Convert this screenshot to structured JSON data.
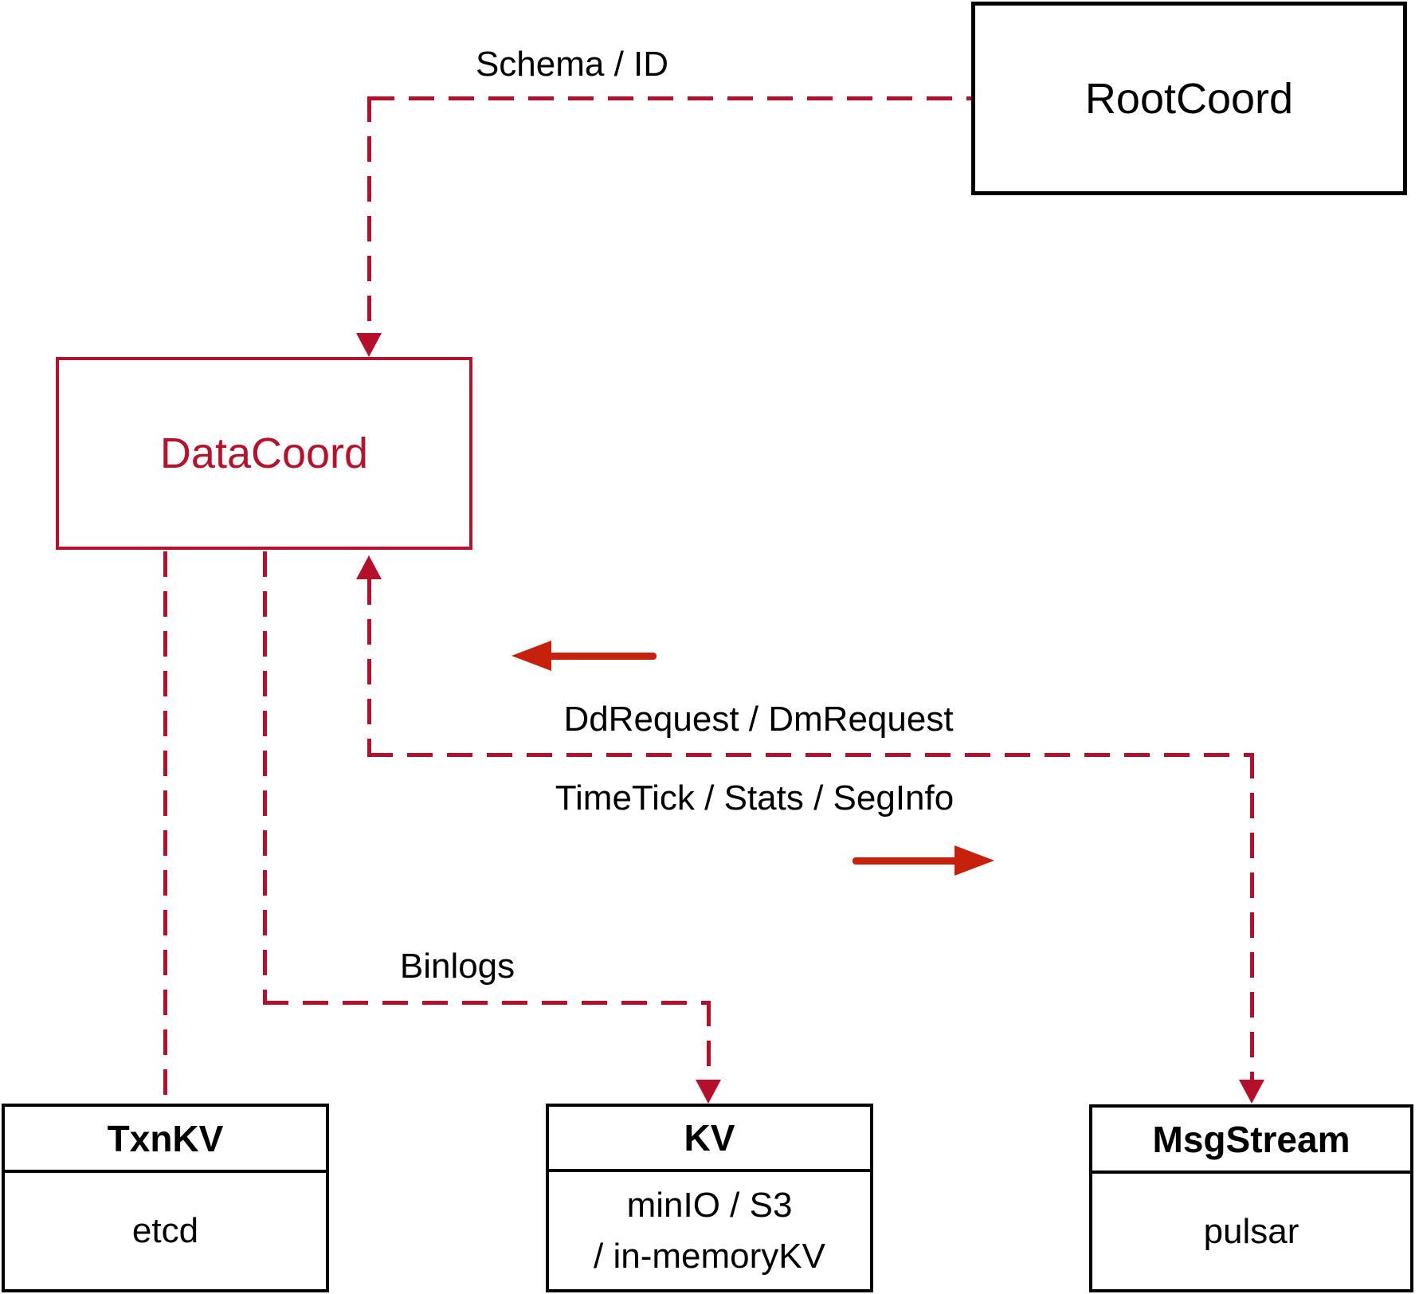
{
  "diagram": {
    "nodes": {
      "rootcoord": {
        "label": "RootCoord"
      },
      "datacoord": {
        "label": "DataCoord"
      },
      "txnkv": {
        "title": "TxnKV",
        "body": "etcd"
      },
      "kv": {
        "title": "KV",
        "body_line1": "minIO / S3",
        "body_line2": "/ in-memoryKV"
      },
      "msgstream": {
        "title": "MsgStream",
        "body": "pulsar"
      }
    },
    "edge_labels": {
      "schema_id": "Schema / ID",
      "dd_dm_request": "DdRequest / DmRequest",
      "timetick_stats_seginfo": "TimeTick / Stats / SegInfo",
      "binlogs": "Binlogs"
    },
    "colors": {
      "dashed_line": "#b60f2b",
      "solid_arrow": "#c5210d",
      "datacoord_accent": "#b5122b",
      "box_border": "#000000",
      "background": "#ffffff"
    }
  }
}
